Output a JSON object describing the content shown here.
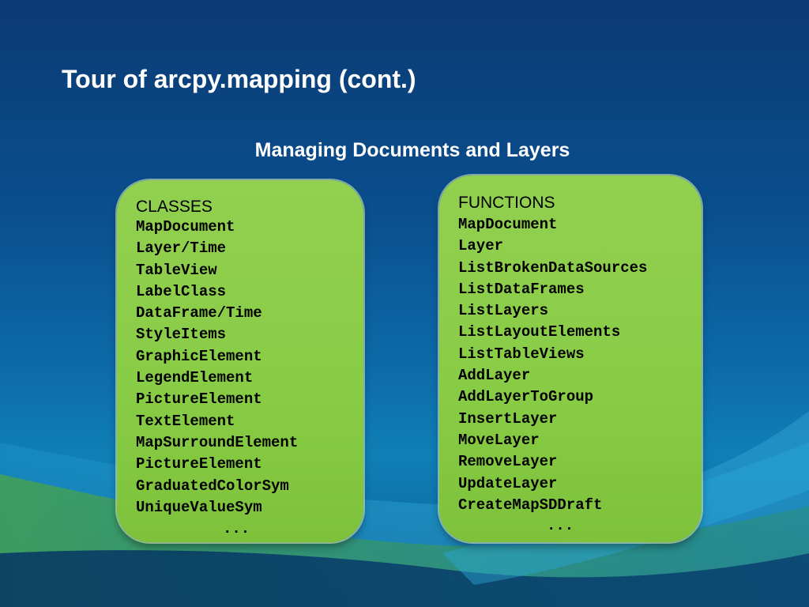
{
  "slide": {
    "title": "Tour of arcpy.mapping (cont.)",
    "subtitle": "Managing Documents and Layers"
  },
  "classes": {
    "heading": "CLASSES",
    "items": [
      "MapDocument",
      "Layer/Time",
      "TableView",
      "LabelClass",
      "DataFrame/Time",
      "StyleItems",
      "GraphicElement",
      "LegendElement",
      "PictureElement",
      "TextElement",
      "MapSurroundElement",
      "PictureElement",
      "GraduatedColorSym",
      "UniqueValueSym"
    ],
    "more": "..."
  },
  "functions": {
    "heading": "FUNCTIONS",
    "items": [
      "MapDocument",
      "Layer",
      "ListBrokenDataSources",
      "ListDataFrames",
      "ListLayers",
      "ListLayoutElements",
      "ListTableViews",
      "AddLayer",
      "AddLayerToGroup",
      "InsertLayer",
      "MoveLayer",
      "RemoveLayer",
      "UpdateLayer",
      "CreateMapSDDraft"
    ],
    "more": "..."
  },
  "colors": {
    "background": "#0a4f8f",
    "box_fill": "#92d050",
    "text_light": "#ffffff",
    "text_dark": "#000000"
  }
}
